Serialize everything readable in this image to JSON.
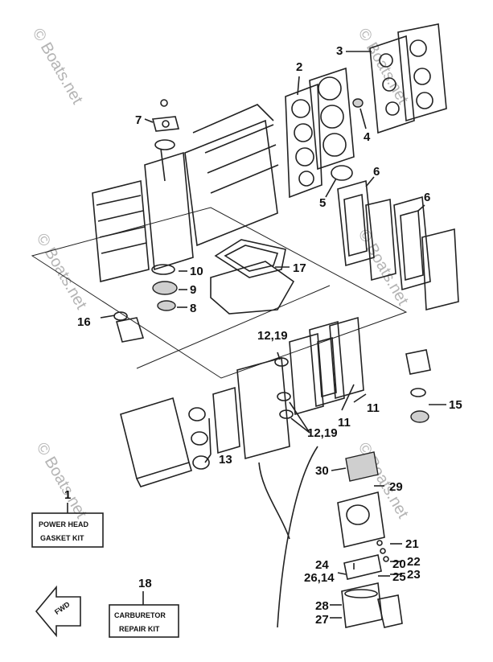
{
  "watermark": "© Boats.net",
  "callouts": {
    "c1": "1",
    "c2": "2",
    "c3": "3",
    "c4": "4",
    "c5": "5",
    "c6a": "6",
    "c6b": "6",
    "c7": "7",
    "c8": "8",
    "c9": "9",
    "c10": "10",
    "c11a": "11",
    "c11b": "11",
    "c12a": "12,19",
    "c12b": "12,19",
    "c13": "13",
    "c15": "15",
    "c16": "16",
    "c17": "17",
    "c18": "18",
    "c20": "20",
    "c21": "21",
    "c22": "22",
    "c23": "23",
    "c24": "24",
    "c25": "25",
    "c26": "26,14",
    "c27": "27",
    "c28": "28",
    "c29": "29",
    "c30": "30"
  },
  "kits": {
    "power_head_line1": "POWER HEAD",
    "power_head_line2": "GASKET KIT",
    "carburetor_line1": "CARBURETOR",
    "carburetor_line2": "REPAIR KIT"
  },
  "fwd": "FWD"
}
